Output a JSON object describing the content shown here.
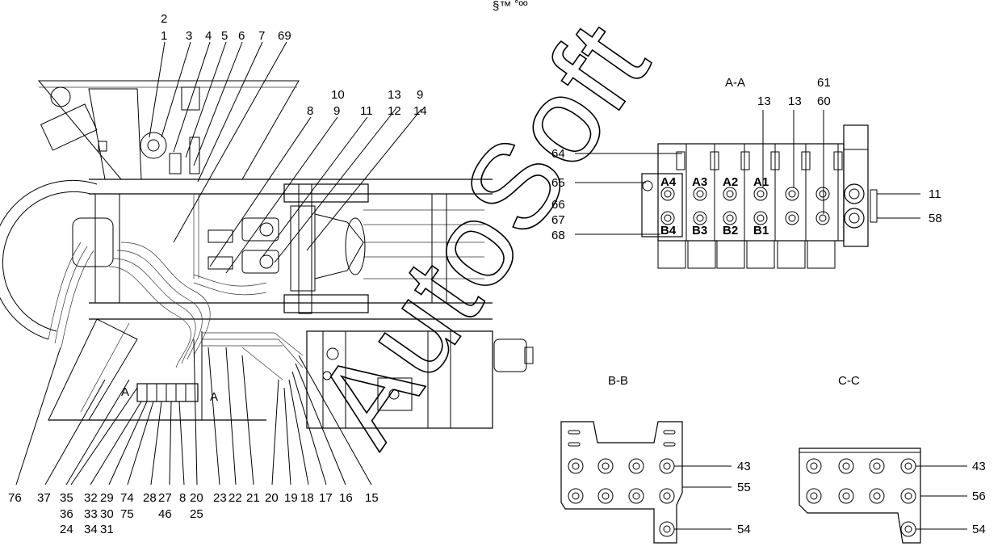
{
  "labels": {
    "top": [
      "2",
      "1",
      "3",
      "4",
      "5",
      "6",
      "7",
      "69",
      "10",
      "8",
      "9",
      "11",
      "13",
      "12",
      "9",
      "14"
    ],
    "left_mid": [
      "64",
      "65",
      "66",
      "67",
      "68"
    ],
    "right_mid": [
      "11",
      "58"
    ],
    "aa": [
      "A-A",
      "13",
      "13",
      "61",
      "60"
    ],
    "valve": [
      "A4",
      "A3",
      "A2",
      "A1",
      "B4",
      "B3",
      "B2",
      "B1"
    ],
    "section_a": [
      "A",
      "A"
    ],
    "bottom_row": [
      "76",
      "37",
      "35",
      "32",
      "29",
      "74",
      "28",
      "27",
      "8",
      "20",
      "23",
      "22",
      "21",
      "20",
      "19",
      "18",
      "17",
      "16",
      "15"
    ],
    "bottom_row2": [
      "36",
      "33",
      "30",
      "75",
      "46",
      "25"
    ],
    "bottom_row3": [
      "24",
      "34",
      "31"
    ],
    "bb": [
      "B-B",
      "43",
      "55",
      "54"
    ],
    "cc": [
      "C-C",
      "43",
      "56",
      "54"
    ],
    "header": "§™ ˚ºº"
  },
  "watermark": "AutoSoft",
  "colors": {
    "ink": "#000000",
    "paper": "#ffffff"
  }
}
